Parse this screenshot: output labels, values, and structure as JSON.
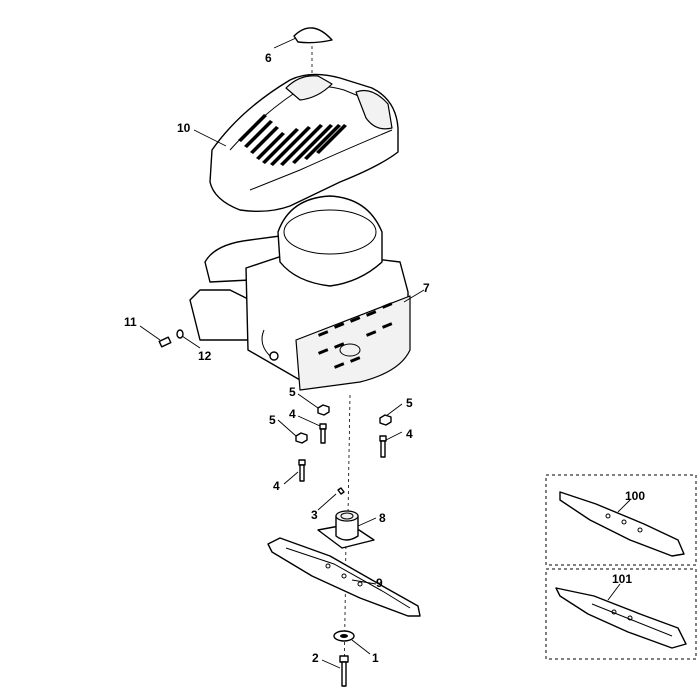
{
  "callouts": {
    "c1": "1",
    "c2": "2",
    "c3": "3",
    "c4a": "4",
    "c4b": "4",
    "c4c": "4",
    "c5a": "5",
    "c5b": "5",
    "c5c": "5",
    "c6": "6",
    "c7": "7",
    "c8": "8",
    "c9": "9",
    "c10": "10",
    "c11": "11",
    "c12": "12",
    "c100": "100",
    "c101": "101"
  }
}
